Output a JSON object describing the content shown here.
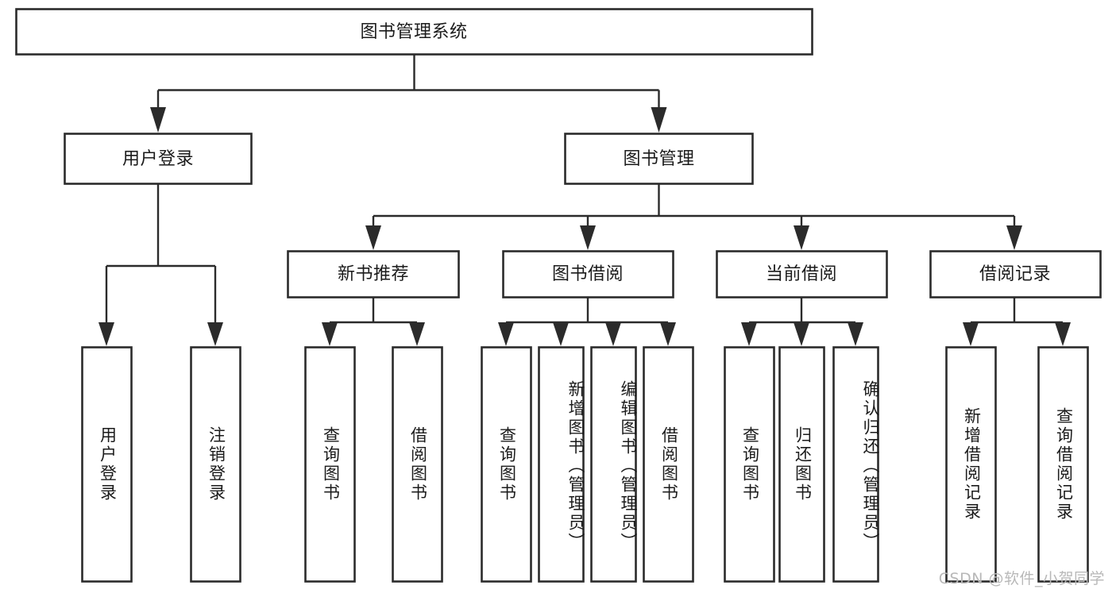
{
  "diagram": {
    "type": "tree",
    "title": "图书管理系统",
    "watermark": "CSDN @软件_小贺同学",
    "colors": {
      "box_stroke": "#2b2b2b",
      "box_fill": "#ffffff",
      "text": "#1b1b1b",
      "background": "#ffffff",
      "watermark": "#b8b8b8"
    },
    "levels": {
      "root": {
        "label": "图书管理系统"
      },
      "level2": [
        {
          "id": "user-login",
          "label": "用户登录"
        },
        {
          "id": "book-management",
          "label": "图书管理"
        }
      ],
      "level3": [
        {
          "id": "new-book-recommend",
          "label": "新书推荐",
          "parent": "book-management"
        },
        {
          "id": "book-borrow",
          "label": "图书借阅",
          "parent": "book-management"
        },
        {
          "id": "current-borrow",
          "label": "当前借阅",
          "parent": "book-management"
        },
        {
          "id": "borrow-record",
          "label": "借阅记录",
          "parent": "book-management"
        }
      ],
      "leaves": [
        {
          "id": "leaf-user-login",
          "label": "用户登录",
          "parent": "user-login"
        },
        {
          "id": "leaf-user-logout",
          "label": "注销登录",
          "parent": "user-login"
        },
        {
          "id": "leaf-query-book-1",
          "label": "查询图书",
          "parent": "new-book-recommend"
        },
        {
          "id": "leaf-borrow-book-1",
          "label": "借阅图书",
          "parent": "new-book-recommend"
        },
        {
          "id": "leaf-query-book-2",
          "label": "查询图书",
          "parent": "book-borrow"
        },
        {
          "id": "leaf-add-book",
          "label": "新增图书（管理员）",
          "parent": "book-borrow"
        },
        {
          "id": "leaf-edit-book",
          "label": "编辑图书（管理员）",
          "parent": "book-borrow"
        },
        {
          "id": "leaf-borrow-book-2",
          "label": "借阅图书",
          "parent": "book-borrow"
        },
        {
          "id": "leaf-query-book-3",
          "label": "查询图书",
          "parent": "current-borrow"
        },
        {
          "id": "leaf-return-book",
          "label": "归还图书",
          "parent": "current-borrow"
        },
        {
          "id": "leaf-confirm-return",
          "label": "确认归还（管理员）",
          "parent": "current-borrow"
        },
        {
          "id": "leaf-add-record",
          "label": "新增借阅记录",
          "parent": "borrow-record"
        },
        {
          "id": "leaf-query-record",
          "label": "查询借阅记录",
          "parent": "borrow-record"
        }
      ]
    }
  }
}
